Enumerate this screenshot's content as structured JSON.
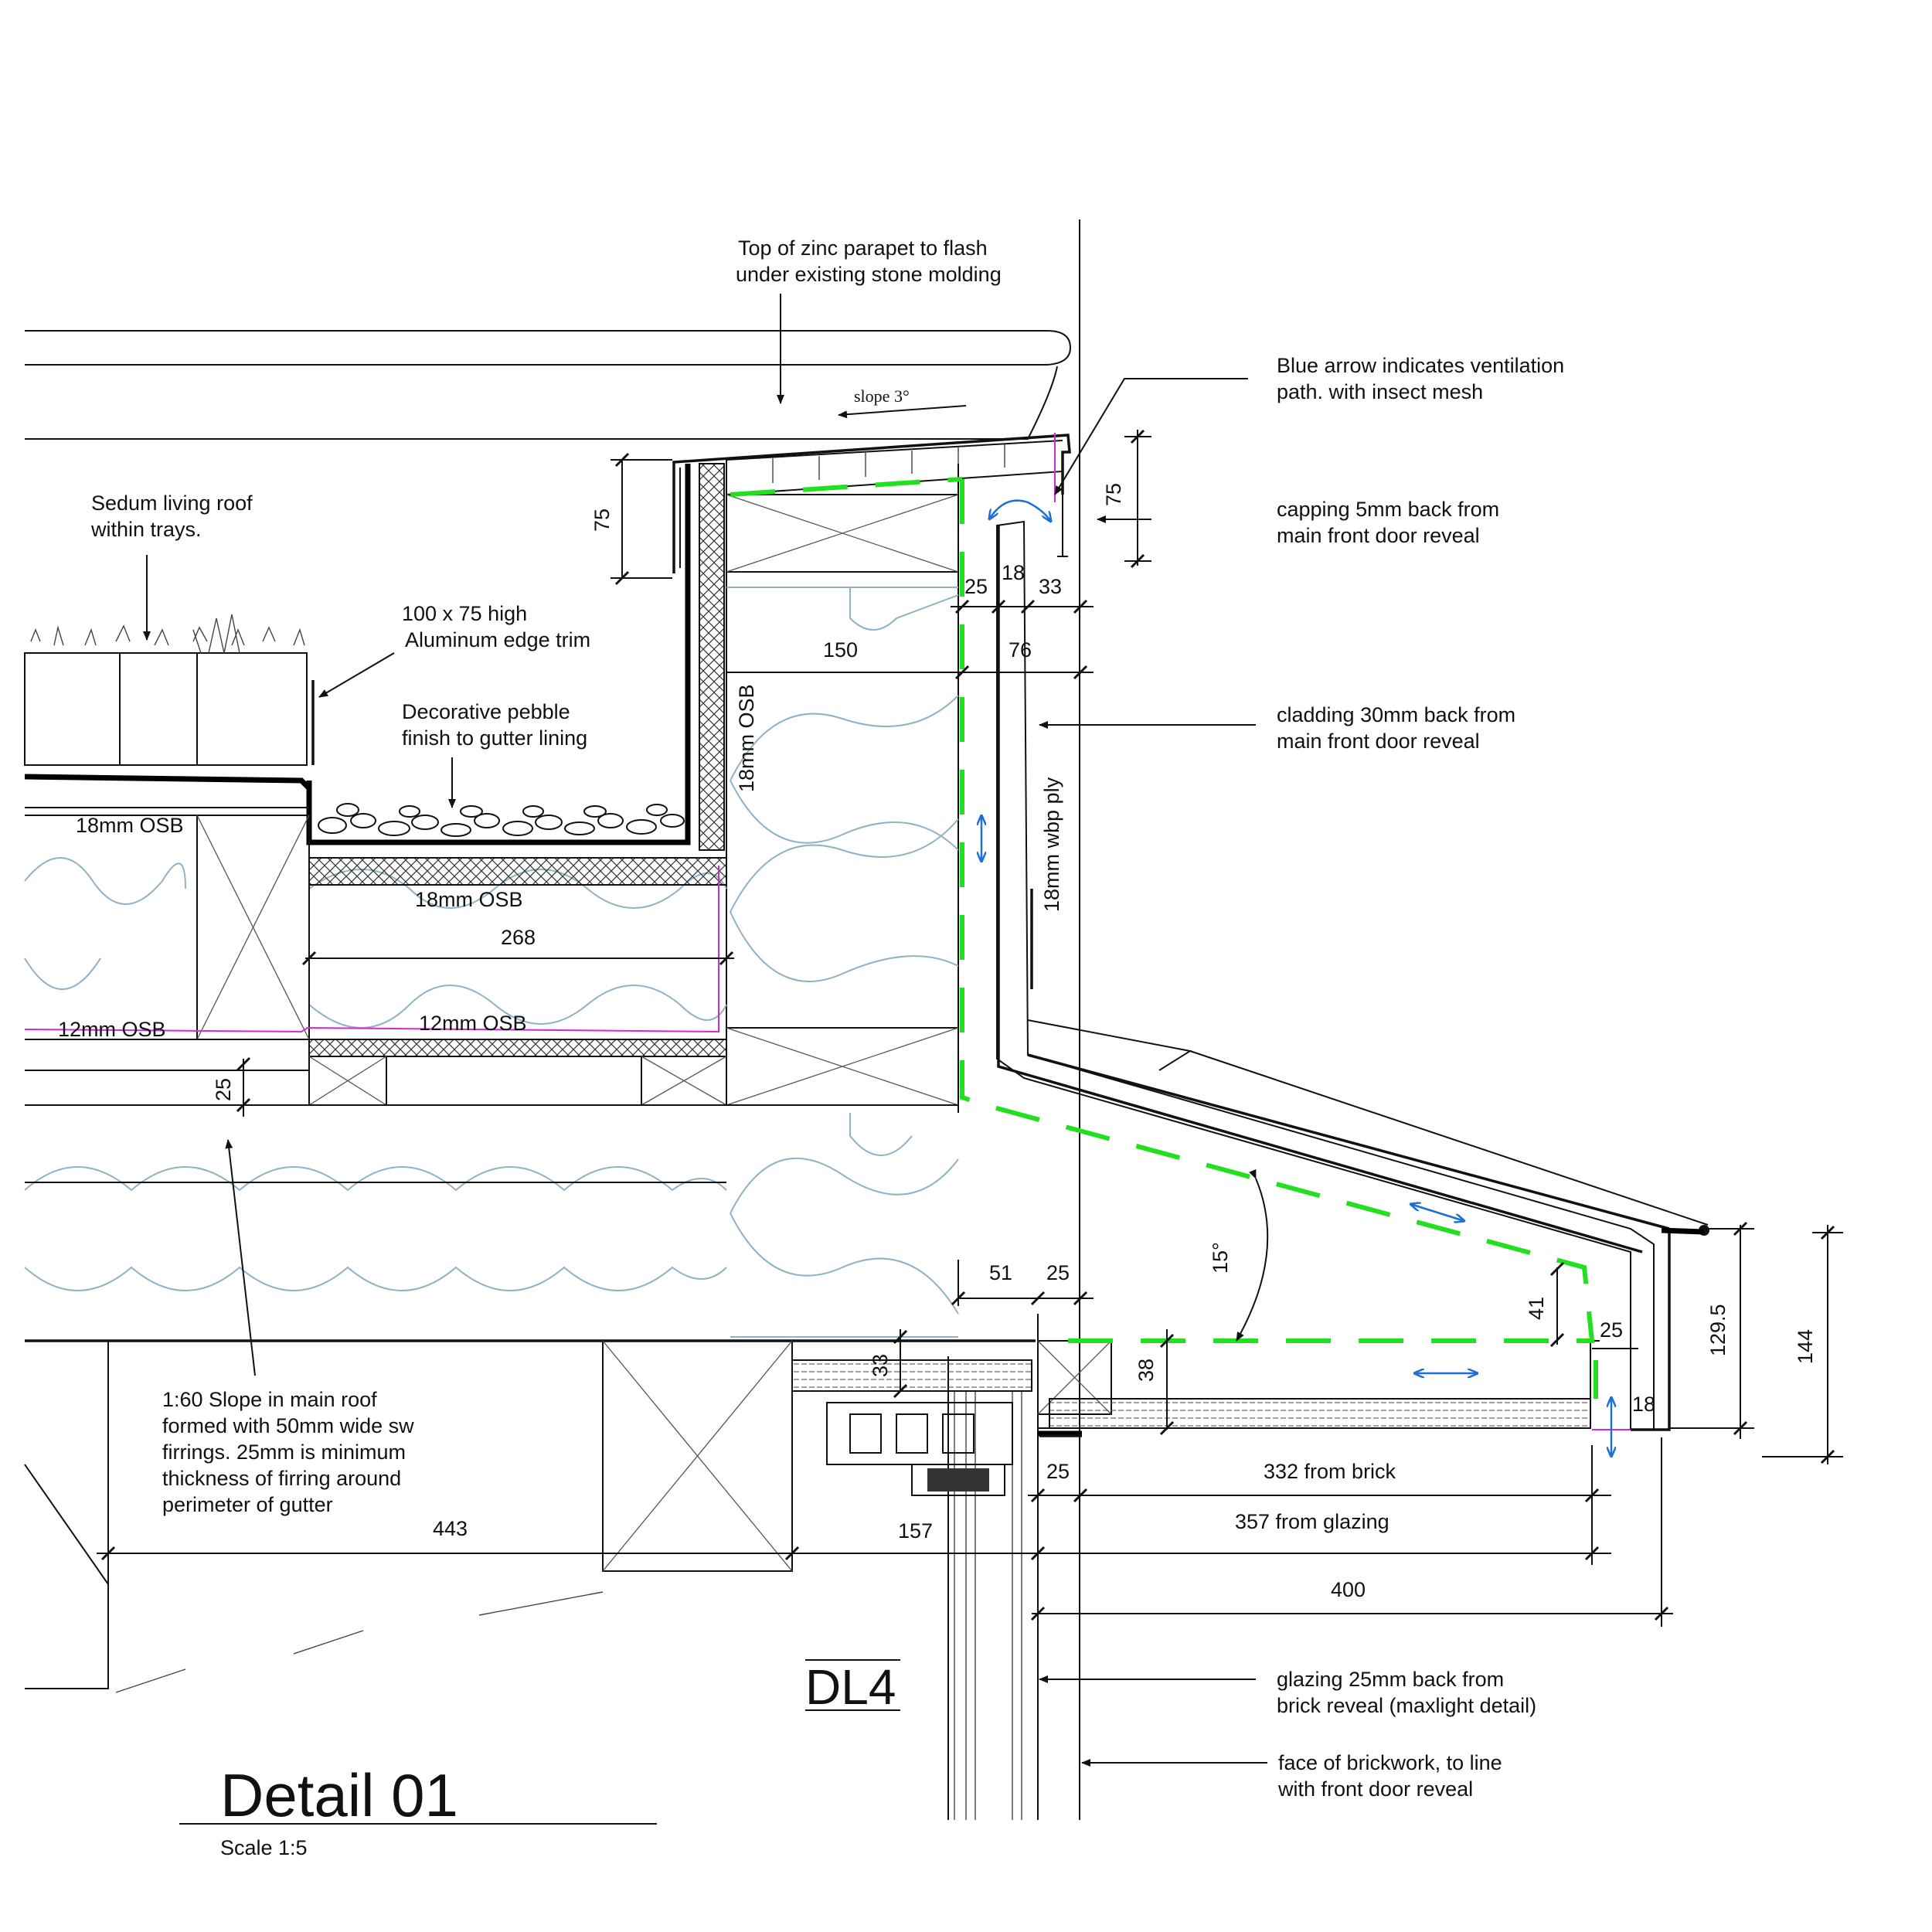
{
  "title": "Detail 01",
  "scale": "Scale 1:5",
  "drawing_ref": "DL4",
  "notes": {
    "top_parapet": [
      "Top of zinc parapet to flash",
      "under existing stone molding"
    ],
    "slope": "slope 3°",
    "blue_arrow": [
      "Blue arrow indicates ventilation",
      "path. with insect mesh"
    ],
    "capping": [
      "capping 5mm back from",
      "main front door reveal"
    ],
    "sedum": [
      "Sedum living roof",
      "within trays."
    ],
    "edge_trim": [
      "100 x 75 high",
      "Aluminum edge trim"
    ],
    "pebble": [
      "Decorative pebble",
      "finish to gutter lining"
    ],
    "cladding": [
      "cladding 30mm back from",
      "main front door reveal"
    ],
    "main_slope": [
      "1:60 Slope in main roof",
      "formed with 50mm wide sw",
      "firrings. 25mm is minimum",
      "thickness of firring around",
      "perimeter of gutter"
    ],
    "glazing": [
      "glazing 25mm back from",
      "brick reveal (maxlight detail)"
    ],
    "brickwork": [
      "face of brickwork, to line",
      "with front door reveal"
    ]
  },
  "materials": {
    "osb18_left": "18mm OSB",
    "osb12_left": "12mm OSB",
    "osb18_mid": "18mm OSB",
    "osb12_mid": "12mm OSB",
    "osb18_vert": "18mm OSB",
    "ply": "18mm wbp ply"
  },
  "dimensions": {
    "d75_left": "75",
    "d75_right": "75",
    "d25_top": "25",
    "d18_top": "18",
    "d33_top": "33",
    "d150": "150",
    "d76": "76",
    "d268": "268",
    "d25_left": "25",
    "d15deg": "15°",
    "d51": "51",
    "d25_mid": "25",
    "d41": "41",
    "d25_right": "25",
    "d129_5": "129.5",
    "d144": "144",
    "d33_low": "33",
    "d38": "38",
    "d18_low": "18",
    "d25_low": "25",
    "d332": "332 from brick",
    "d357": "357 from glazing",
    "d443": "443",
    "d157": "157",
    "d400": "400"
  },
  "colors": {
    "line": "#111111",
    "insulation": "#8fb2c4",
    "membrane_green": "#22e01f",
    "vapour_magenta": "#d22ad8",
    "ventilation_blue": "#1c6fd6"
  }
}
